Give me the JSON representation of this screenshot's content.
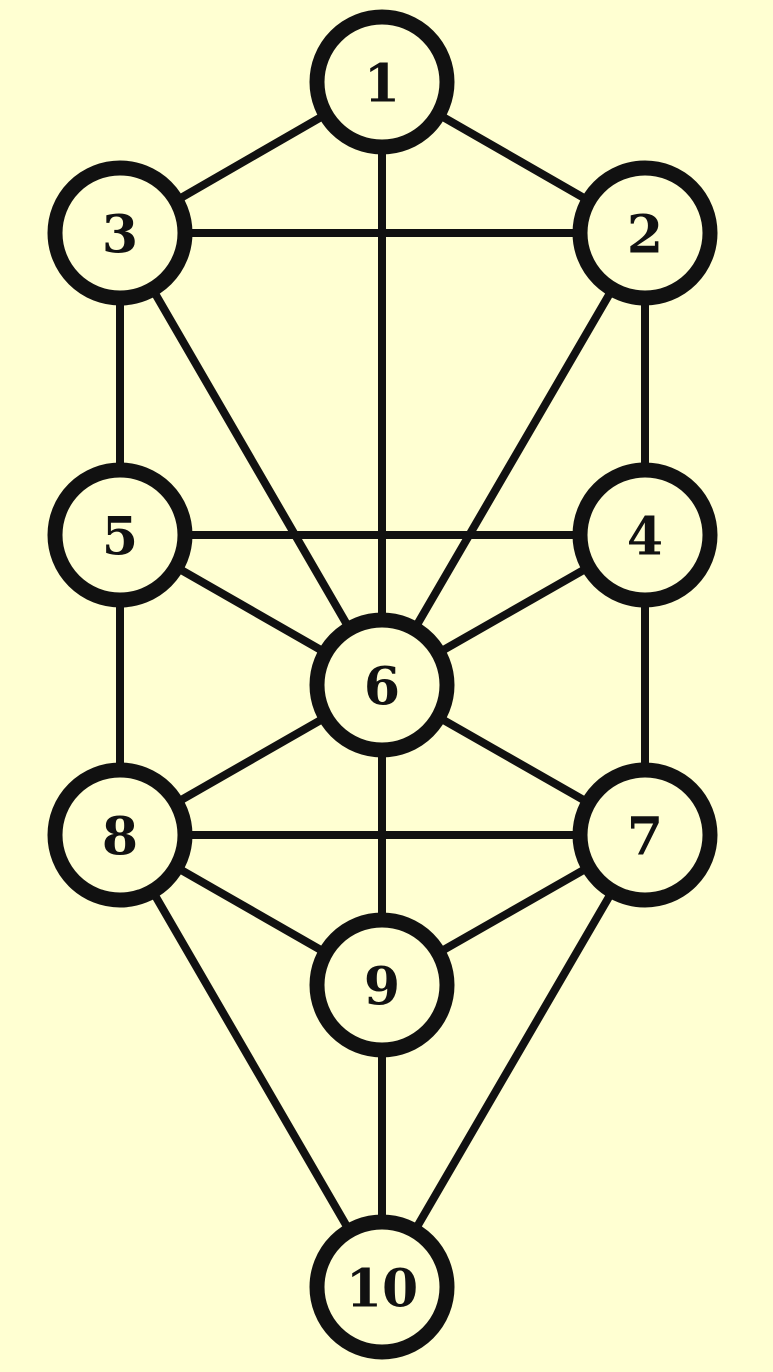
{
  "colors": {
    "background": "#ffffd2",
    "line": "#111111",
    "node_fill": "#ffffd2"
  },
  "nodes": [
    {
      "id": "1",
      "label": "1"
    },
    {
      "id": "2",
      "label": "2"
    },
    {
      "id": "3",
      "label": "3"
    },
    {
      "id": "4",
      "label": "4"
    },
    {
      "id": "5",
      "label": "5"
    },
    {
      "id": "6",
      "label": "6"
    },
    {
      "id": "7",
      "label": "7"
    },
    {
      "id": "8",
      "label": "8"
    },
    {
      "id": "9",
      "label": "9"
    },
    {
      "id": "10",
      "label": "10"
    }
  ],
  "edges": [
    [
      "1",
      "3"
    ],
    [
      "1",
      "2"
    ],
    [
      "1",
      "6"
    ],
    [
      "3",
      "2"
    ],
    [
      "3",
      "5"
    ],
    [
      "3",
      "6"
    ],
    [
      "2",
      "4"
    ],
    [
      "2",
      "6"
    ],
    [
      "5",
      "4"
    ],
    [
      "5",
      "6"
    ],
    [
      "5",
      "8"
    ],
    [
      "4",
      "6"
    ],
    [
      "4",
      "7"
    ],
    [
      "6",
      "8"
    ],
    [
      "6",
      "7"
    ],
    [
      "6",
      "9"
    ],
    [
      "8",
      "7"
    ],
    [
      "8",
      "9"
    ],
    [
      "8",
      "10"
    ],
    [
      "7",
      "9"
    ],
    [
      "7",
      "10"
    ],
    [
      "9",
      "10"
    ]
  ]
}
